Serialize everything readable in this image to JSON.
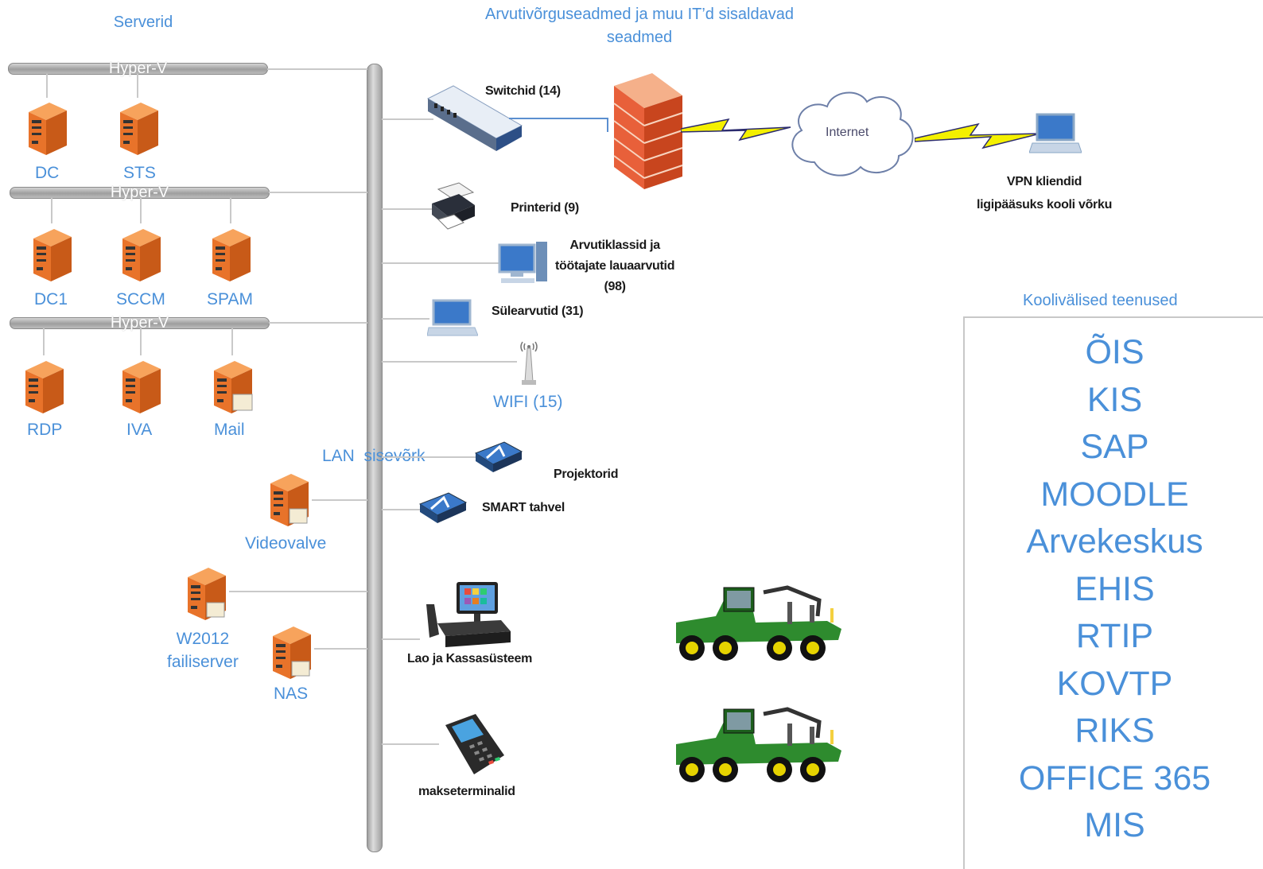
{
  "servers_title": "Serverid",
  "devices_title": "Arvutivõrguseadmed ja muu IT’d sisaldavad seadmed",
  "hyperv_label": "Hyper-V",
  "servers_row1": [
    "DC",
    "STS"
  ],
  "servers_row2": [
    "DC1",
    "SCCM",
    "SPAM"
  ],
  "servers_row3": [
    "RDP",
    "IVA",
    "Mail"
  ],
  "lan_label": "LAN  sisevõrk",
  "other_servers": {
    "videovalve": "Videovalve",
    "w2012": "W2012\nfailiserver",
    "nas": "NAS"
  },
  "devices": {
    "switches": "Switchid (14)",
    "printers": "Printerid (9)",
    "desktops": "Arvutiklassid ja\ntöötajate lauaarvutid\n(98)",
    "laptops": "Sülearvutid (31)",
    "wifi": "WIFI (15)",
    "projectors": "Projektorid",
    "smart": "SMART tahvel",
    "pos": "Lao ja Kassasüsteem",
    "terminals": "makseterminalid"
  },
  "internet_label": "Internet",
  "vpn_label": "VPN kliendid\nligipääsuks kooli võrku",
  "external_title": "Koolivälised teenused",
  "external_services": [
    "ÕIS",
    "KIS",
    "SAP",
    "MOODLE",
    "Arvekeskus",
    "EHIS",
    "RTIP",
    "KOVTP",
    "RIKS",
    "OFFICE 365",
    "MIS"
  ],
  "colors": {
    "accent_blue": "#4a90d9",
    "server_orange": "#e8732a",
    "tractor_green": "#2e8b2e",
    "firewall_red": "#e8603a"
  }
}
